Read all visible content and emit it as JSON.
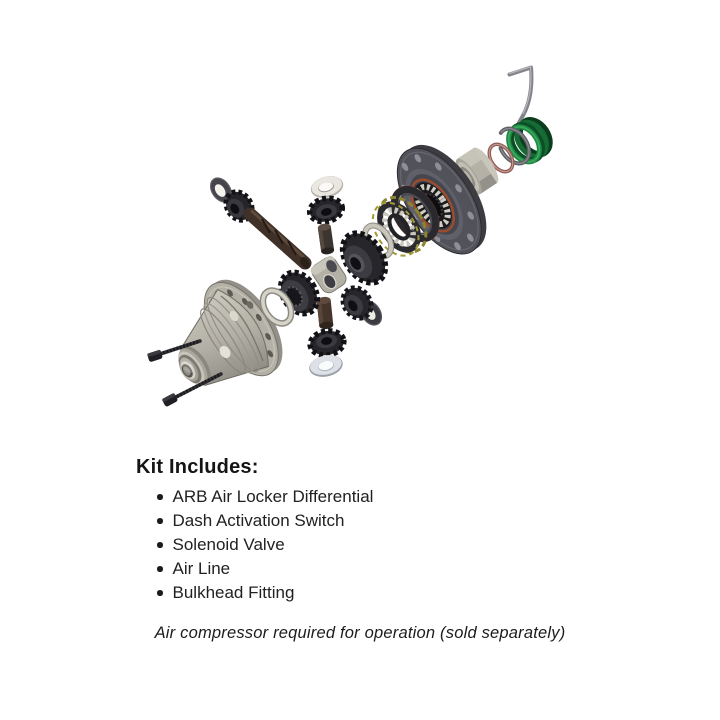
{
  "diagram": {
    "alt": "Exploded view of an ARB Air Locker differential assembly",
    "parts": [
      "case-bolt",
      "differential-case",
      "case-snap-ring",
      "clutch-hub-gear",
      "thrust-washer",
      "pinion-gear",
      "cross-pin",
      "cross-shaft",
      "spider-block",
      "side-gear",
      "retainer-ring",
      "wave-spring",
      "roller-bearing",
      "seal-ring",
      "ring-gear-flange",
      "pilot-bearing",
      "copper-o-ring",
      "snap-ring",
      "seal-housing",
      "air-line-tube"
    ],
    "colors": {
      "metal_light": "#b3b0a6",
      "metal_dark": "#26262a",
      "seal_green": "#1e8844",
      "oring_copper": "#96625a",
      "wave_spring_yellow": "#a29a35",
      "oring_orange": "#a04c2a",
      "shaft_brown": "#3f3028"
    }
  },
  "kit": {
    "heading": "Kit Includes:",
    "items": [
      "ARB Air Locker Differential",
      "Dash Activation Switch",
      "Solenoid Valve",
      "Air Line",
      "Bulkhead Fitting"
    ]
  },
  "note": {
    "text": "Air compressor required for operation (sold separately)"
  }
}
